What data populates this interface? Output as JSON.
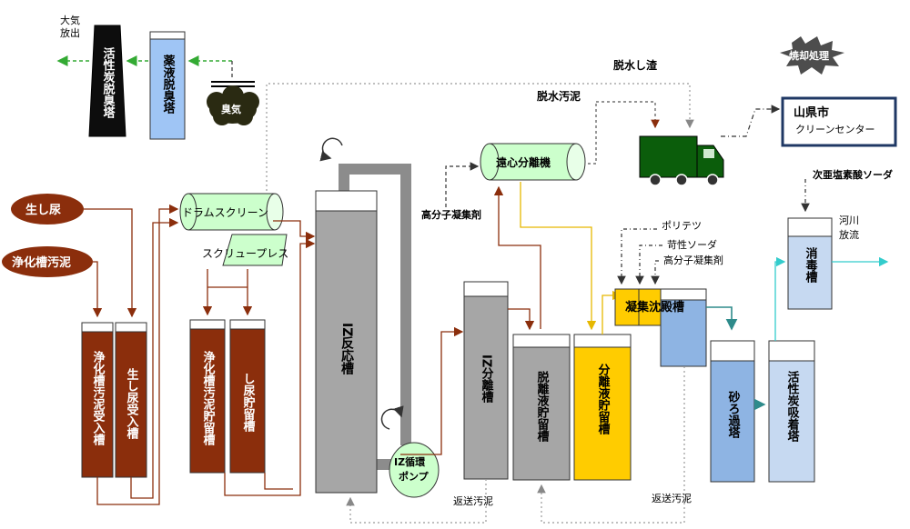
{
  "labels": {
    "taiki_hoshutsu": [
      "大気",
      "放出"
    ],
    "kasseitan_dasshu_to": "活性炭脱臭塔",
    "yakueki_dasshu_to": "薬液脱臭塔",
    "shuki": "臭気",
    "dassui_shisa": "脱水し渣",
    "shokyaku_shori": "焼却処理",
    "clean_center": [
      "山県市",
      "クリーンセンター"
    ],
    "dassui_odei": "脱水汚泥",
    "enshin_bunriki": "遠心分離機",
    "kobunshi_gyoshuzai_1": "高分子凝集剤",
    "ji_ensoso_soda": "次亜塩素酸ソーダ",
    "namashinyo": "生し尿",
    "jokaso_odei": "浄化槽汚泥",
    "drum_screen": "ドラムスクリーン",
    "screw_press": "スクリュープレス",
    "iz_hanno_so": "IZ反応槽",
    "iz_junkan_pump": [
      "IZ循環",
      "ポンプ"
    ],
    "iz_bunri_so": "IZ分離槽",
    "dassui_eki_chorvu_so": "脱離液貯留槽",
    "bunri_eki_choryu_so": "分離液貯留槽",
    "poritetsu": "ポリテツ",
    "kasei_soda": "苛性ソーダ",
    "kobunshi_gyoshuzai_2": "高分子凝集剤",
    "gyoshu_chinden_so": "凝集沈殿槽",
    "shodoku_so": "消毒槽",
    "kasen_horyu": [
      "河川",
      "放流"
    ],
    "sunaroka_to": "砂ろ過塔",
    "kasseitan_kyuchaku_to": "活性炭吸着塔",
    "jokaso_odei_ukeire_so": "浄化槽汚泥受入槽",
    "namashinyo_ukeire_so": "生し尿受入槽",
    "jokaso_odei_choryu_so": "浄化槽汚泥貯留槽",
    "shinyo_choryu_so": "し尿貯留槽",
    "hensou_odei_1": "返送汚泥",
    "hensou_odei_2": "返送汚泥"
  },
  "colors": {
    "brown": "#8b2e0c",
    "gray_tank": "#a6a6a6",
    "yellow": "#ffcc00",
    "blue": "#8eb4e3",
    "light_blue": "#c6d9f1",
    "light_green": "#ccffcc",
    "truck_green": "#0b5d0b",
    "teal": "#2e8b8b"
  }
}
